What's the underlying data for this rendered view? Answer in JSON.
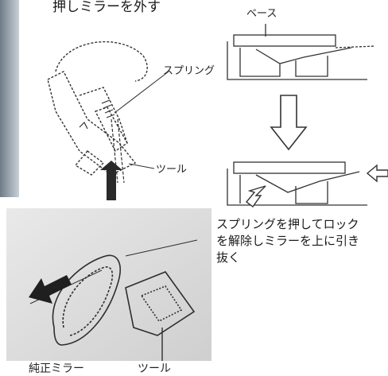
{
  "title": "押しミラーを外す",
  "labels": {
    "base": "ベース",
    "spring": "スプリング",
    "tool_top": "ツール",
    "genuine_mirror": "純正ミラー",
    "tool_bottom": "ツール"
  },
  "caption_lines": [
    "スプリングを押してロック",
    "を解除しミラーを上に引き",
    "抜く"
  ],
  "colors": {
    "line": "#333333",
    "arrow_fill": "#2a2a2a",
    "photo_bg": "#d8d8d8",
    "strip": "#9aa4ad"
  }
}
